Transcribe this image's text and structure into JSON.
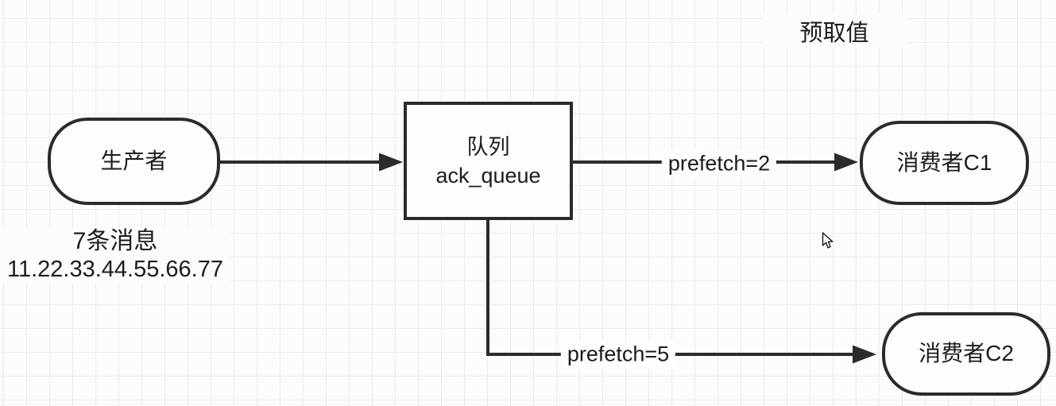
{
  "title": "预取值",
  "nodes": {
    "producer": {
      "label": "生产者"
    },
    "queue": {
      "line1": "队列",
      "line2": "ack_queue"
    },
    "consumer1": {
      "label": "消费者C1"
    },
    "consumer2": {
      "label": "消费者C2"
    }
  },
  "edges": {
    "to_c1": {
      "label": "prefetch=2"
    },
    "to_c2": {
      "label": "prefetch=5"
    }
  },
  "note": {
    "line1": "7条消息",
    "line2": "11.22.33.44.55.66.77"
  },
  "icons": {
    "cursor": "mouse-pointer-icon"
  },
  "colors": {
    "background": "#fcfcfc",
    "grid": "#ececec",
    "stroke": "#2b2b2b",
    "text": "#1c1c1c",
    "node_fill": "#fdfdfd"
  }
}
